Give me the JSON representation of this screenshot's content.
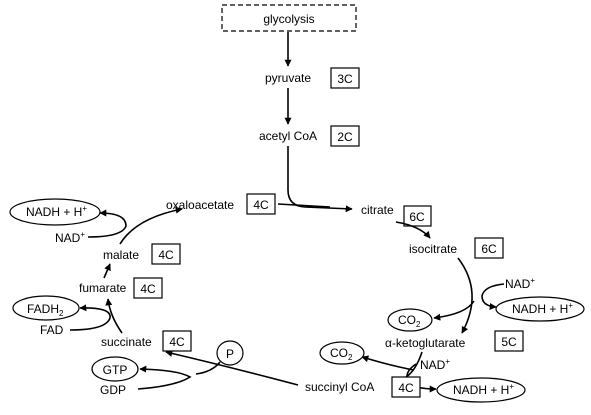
{
  "start": {
    "glycolysis": "glycolysis"
  },
  "molecules": {
    "pyruvate": "pyruvate",
    "acetyl_coa": "acetyl CoA",
    "citrate": "citrate",
    "isocitrate": "isocitrate",
    "alpha_ketoglutarate": "α-ketoglutarate",
    "succinyl_coa": "succinyl CoA",
    "succinate": "succinate",
    "fumarate": "fumarate",
    "malate": "malate",
    "oxaloacetate": "oxaloacetate"
  },
  "carbons": {
    "pyruvate": "3C",
    "acetyl_coa": "2C",
    "citrate": "6C",
    "isocitrate": "6C",
    "alpha_ketoglutarate": "5C",
    "succinyl_coa": "4C",
    "succinate": "4C",
    "fumarate": "4C",
    "malate": "4C",
    "oxaloacetate": "4C"
  },
  "cofactors": {
    "nad_plus": "NAD",
    "nadh": "NADH + H",
    "plus": "+",
    "fadh2": "FADH",
    "fad": "FAD",
    "co2": "CO",
    "two": "2",
    "gtp": "GTP",
    "gdp": "GDP",
    "phosphate": "P"
  }
}
